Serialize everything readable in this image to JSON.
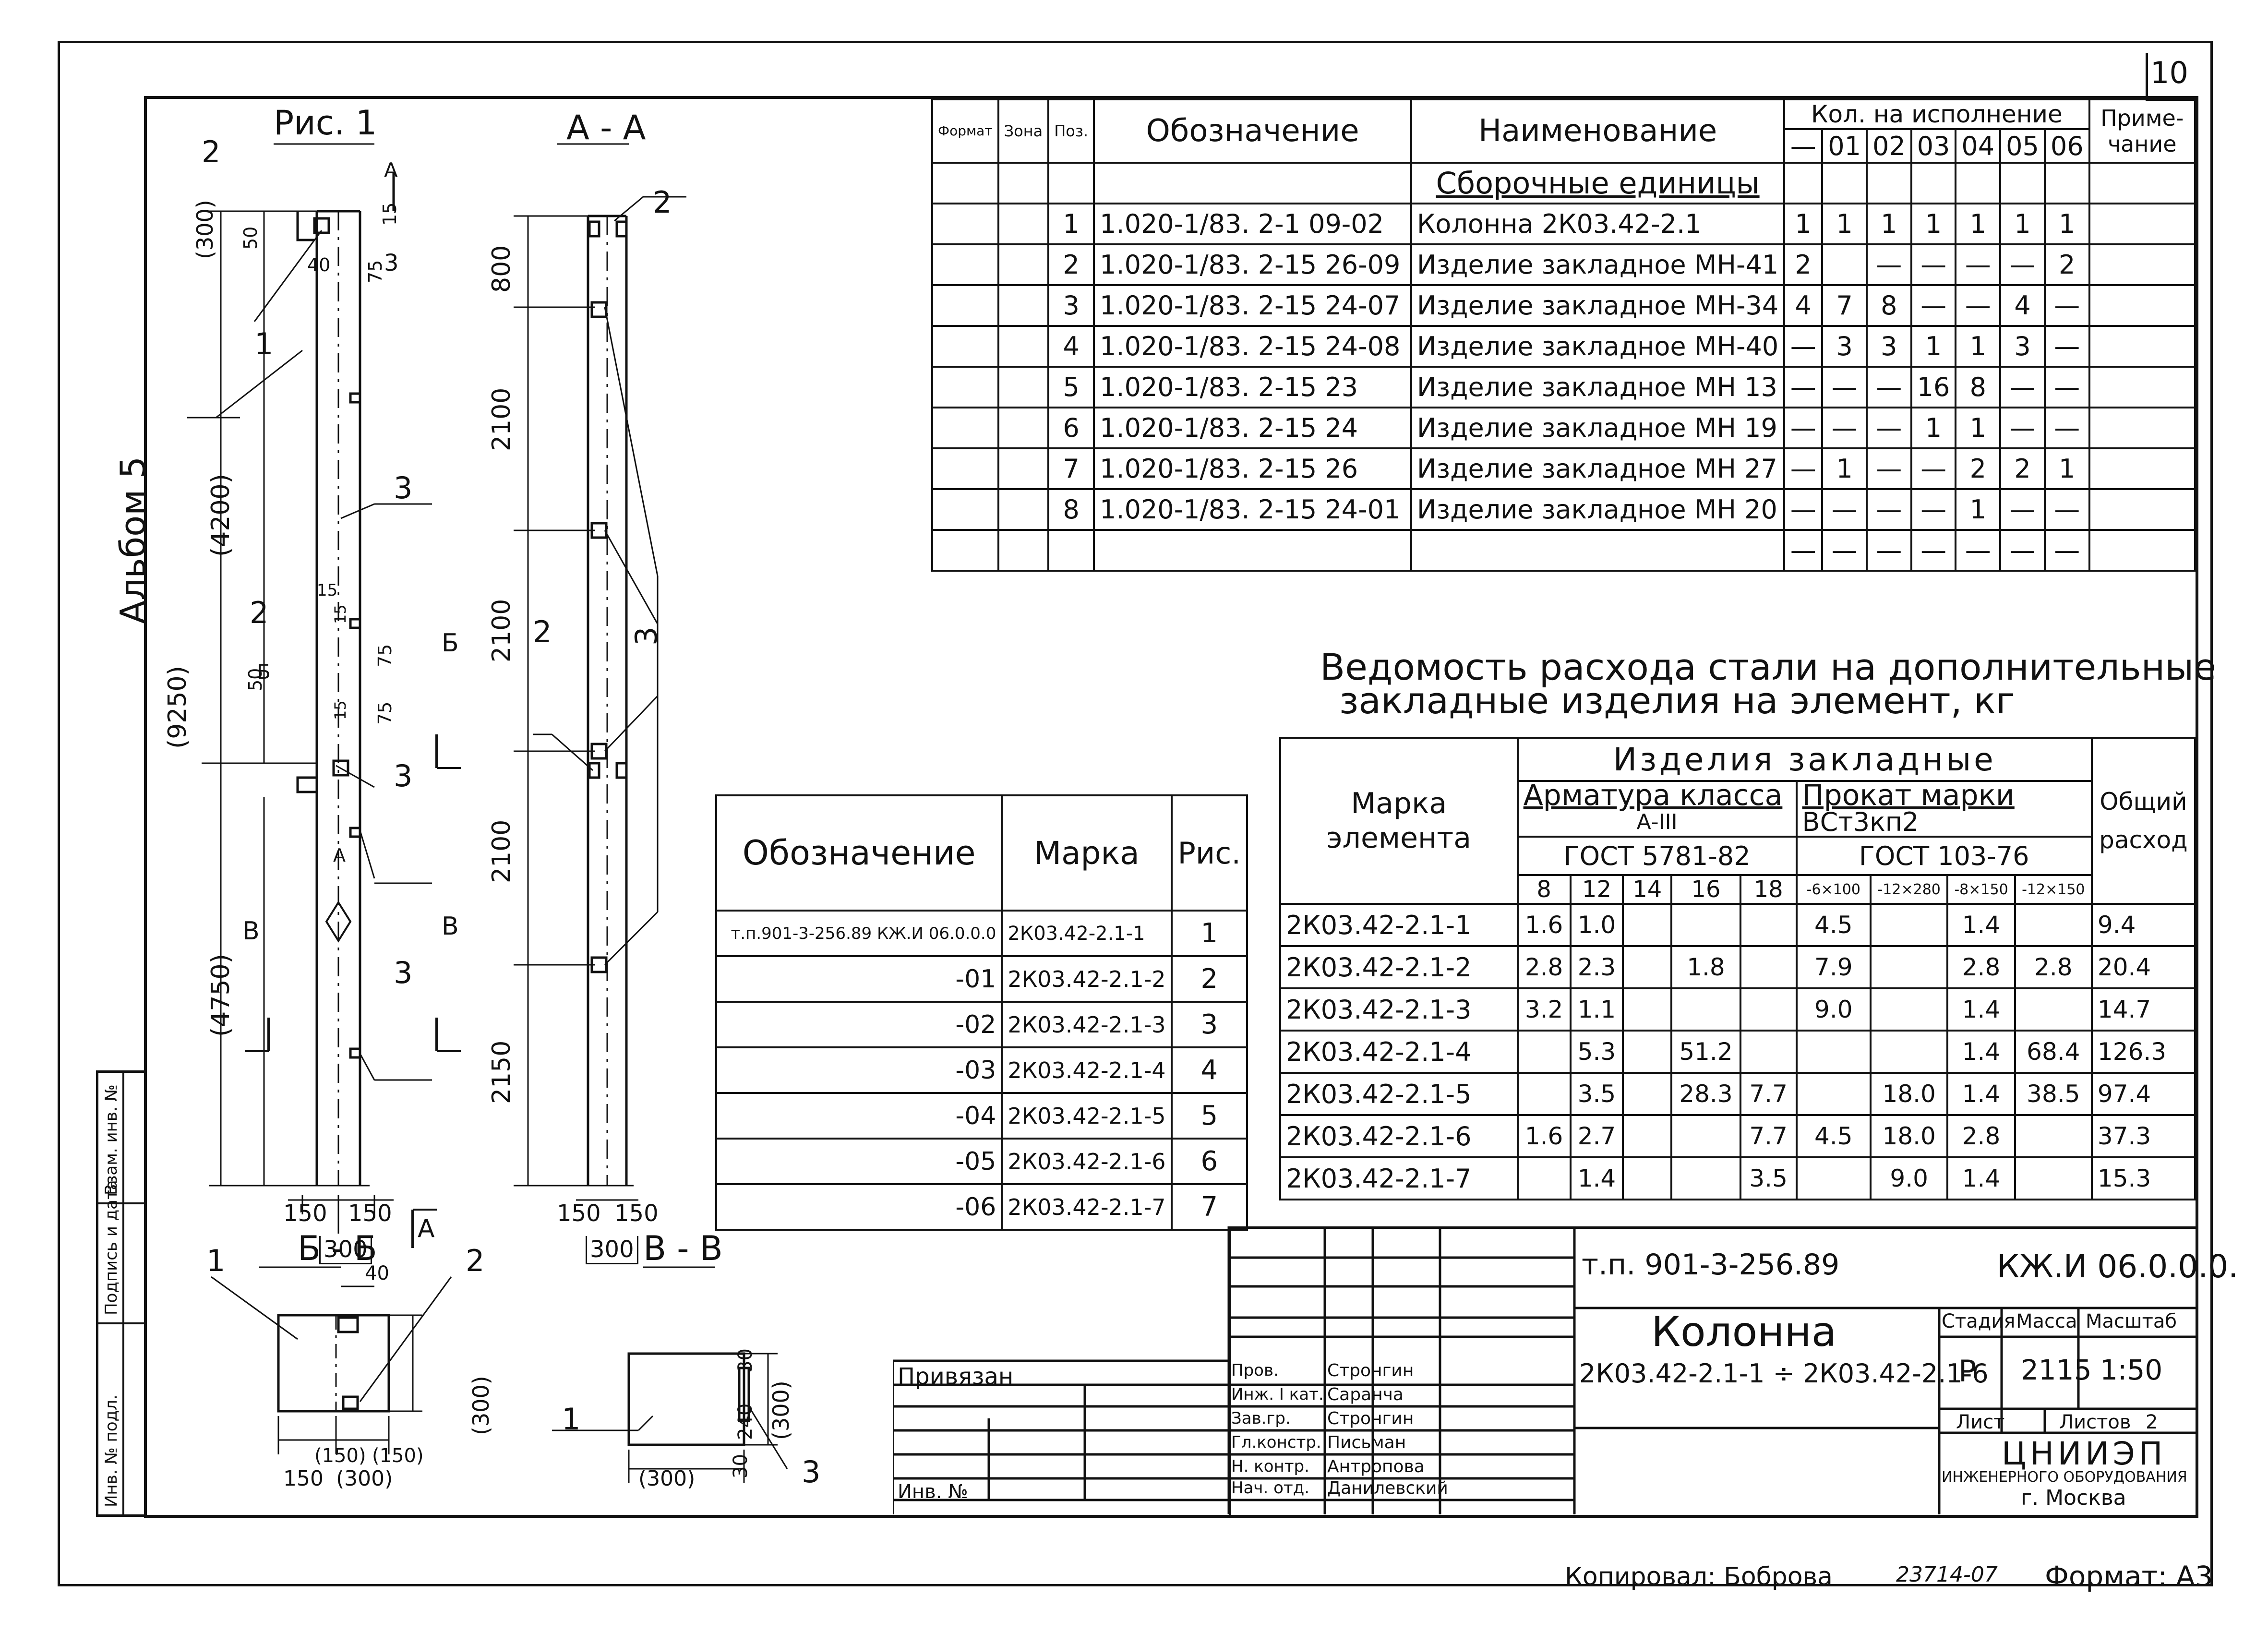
{
  "sheet_number": "10",
  "album": "Альбом 5",
  "figure": {
    "title": "Рис. 1",
    "dims_left": [
      "(300)",
      "(4200)",
      "(9250)",
      "(4750)"
    ],
    "dims_top": [
      "50",
      "40",
      "75",
      "15"
    ],
    "dims_mid": [
      "15",
      "50",
      "75",
      "15",
      "75",
      "15"
    ],
    "dims_bottom": [
      "150",
      "150",
      "300"
    ],
    "callouts": [
      "1",
      "2",
      "2",
      "3",
      "3",
      "3",
      "3"
    ],
    "section_marks": [
      "Б",
      "Б",
      "В",
      "В",
      "А",
      "А"
    ],
    "diamond": "А"
  },
  "section_aa": {
    "title": "А - А",
    "dims": [
      "800",
      "2100",
      "2100",
      "2100",
      "2150"
    ],
    "dims_bottom": [
      "150",
      "150",
      "300"
    ],
    "callouts": [
      "2",
      "2",
      "3"
    ]
  },
  "section_bb": {
    "title": "Б - Б",
    "dims": [
      "40",
      "(300)",
      "(150)",
      "(150)",
      "150",
      "(300)"
    ],
    "callouts": [
      "1",
      "2"
    ]
  },
  "section_vv": {
    "title": "В - В",
    "dims": [
      "30",
      "240",
      "(300)",
      "30",
      "(300)"
    ],
    "callouts": [
      "1",
      "3"
    ]
  },
  "spec_table": {
    "headers": {
      "format": "Формат",
      "zone": "Зона",
      "pos": "Поз.",
      "designation": "Обозначение",
      "name": "Наименование",
      "qty": "Кол. на исполнение",
      "note": "Приме-чание",
      "variants": [
        "—",
        "01",
        "02",
        "03",
        "04",
        "05",
        "06"
      ]
    },
    "section_title": "Сборочные единицы",
    "rows": [
      {
        "pos": "1",
        "designation": "1.020-1/83. 2-1 09-02",
        "name": "Колонна 2К03.42-2.1",
        "q": [
          "1",
          "1",
          "1",
          "1",
          "1",
          "1",
          "1"
        ]
      },
      {
        "pos": "2",
        "designation": "1.020-1/83. 2-15 26-09",
        "name": "Изделие закладное МН-41",
        "q": [
          "2",
          "",
          "—",
          "—",
          "—",
          "—",
          "2"
        ]
      },
      {
        "pos": "3",
        "designation": "1.020-1/83. 2-15 24-07",
        "name": "Изделие закладное МН-34",
        "q": [
          "4",
          "7",
          "8",
          "—",
          "—",
          "4",
          "—"
        ]
      },
      {
        "pos": "4",
        "designation": "1.020-1/83. 2-15 24-08",
        "name": "Изделие закладное МН-40",
        "q": [
          "—",
          "3",
          "3",
          "1",
          "1",
          "3",
          "—"
        ]
      },
      {
        "pos": "5",
        "designation": "1.020-1/83. 2-15 23",
        "name": "Изделие закладное МН 13",
        "q": [
          "—",
          "—",
          "—",
          "16",
          "8",
          "—",
          "—"
        ]
      },
      {
        "pos": "6",
        "designation": "1.020-1/83. 2-15 24",
        "name": "Изделие закладное МН 19",
        "q": [
          "—",
          "—",
          "—",
          "1",
          "1",
          "—",
          "—"
        ]
      },
      {
        "pos": "7",
        "designation": "1.020-1/83. 2-15 26",
        "name": "Изделие закладное МН 27",
        "q": [
          "—",
          "1",
          "—",
          "—",
          "2",
          "2",
          "1"
        ]
      },
      {
        "pos": "8",
        "designation": "1.020-1/83. 2-15 24-01",
        "name": "Изделие закладное МН 20",
        "q": [
          "—",
          "—",
          "—",
          "—",
          "1",
          "—",
          "—"
        ]
      },
      {
        "pos": "",
        "designation": "",
        "name": "",
        "q": [
          "—",
          "—",
          "—",
          "—",
          "—",
          "—",
          "—"
        ]
      }
    ]
  },
  "marks_table": {
    "headers": {
      "designation": "Обозначение",
      "mark": "Марка",
      "fig": "Рис."
    },
    "rows": [
      {
        "designation": "т.п.901-3-256.89 КЖ.И 06.0.0.0",
        "mark": "2К03.42-2.1-1",
        "fig": "1"
      },
      {
        "designation": "-01",
        "mark": "2К03.42-2.1-2",
        "fig": "2"
      },
      {
        "designation": "-02",
        "mark": "2К03.42-2.1-3",
        "fig": "3"
      },
      {
        "designation": "-03",
        "mark": "2К03.42-2.1-4",
        "fig": "4"
      },
      {
        "designation": "-04",
        "mark": "2К03.42-2.1-5",
        "fig": "5"
      },
      {
        "designation": "-05",
        "mark": "2К03.42-2.1-6",
        "fig": "6"
      },
      {
        "designation": "-06",
        "mark": "2К03.42-2.1-7",
        "fig": "7"
      }
    ]
  },
  "steel_title": [
    "Ведомость расхода стали на дополнительные",
    "закладные изделия на элемент, кг"
  ],
  "steel_table": {
    "h_element": "Марка элемента",
    "h_items": "Изделия закладные",
    "h_rebar": "Арматура класса",
    "h_rebar_class": "А-III",
    "h_rebar_gost": "ГОСТ 5781-82",
    "h_rolled": "Прокат марки",
    "h_rolled_grade": "ВСт3кп2",
    "h_rolled_gost": "ГОСТ 103-76",
    "h_total": "Общий расход",
    "cols": [
      "8",
      "12",
      "14",
      "16",
      "18",
      "-6×100",
      "-12×280",
      "-8×150",
      "-12×150"
    ],
    "rows": [
      {
        "mark": "2К03.42-2.1-1",
        "v": [
          "1.6",
          "1.0",
          "",
          "",
          "",
          "4.5",
          "",
          "1.4",
          ""
        ],
        "total": "9.4"
      },
      {
        "mark": "2К03.42-2.1-2",
        "v": [
          "2.8",
          "2.3",
          "",
          "1.8",
          "",
          "7.9",
          "",
          "2.8",
          "2.8"
        ],
        "total": "20.4"
      },
      {
        "mark": "2К03.42-2.1-3",
        "v": [
          "3.2",
          "1.1",
          "",
          "",
          "",
          "9.0",
          "",
          "1.4",
          ""
        ],
        "total": "14.7"
      },
      {
        "mark": "2К03.42-2.1-4",
        "v": [
          "",
          "5.3",
          "",
          "51.2",
          "",
          "",
          "",
          "1.4",
          "68.4"
        ],
        "total": "126.3"
      },
      {
        "mark": "2К03.42-2.1-5",
        "v": [
          "",
          "3.5",
          "",
          "28.3",
          "7.7",
          "",
          "18.0",
          "1.4",
          "38.5"
        ],
        "total": "97.4"
      },
      {
        "mark": "2К03.42-2.1-6",
        "v": [
          "1.6",
          "2.7",
          "",
          "",
          "7.7",
          "4.5",
          "18.0",
          "2.8",
          ""
        ],
        "total": "37.3"
      },
      {
        "mark": "2К03.42-2.1-7",
        "v": [
          "",
          "1.4",
          "",
          "",
          "3.5",
          "",
          "9.0",
          "1.4",
          ""
        ],
        "total": "15.3"
      }
    ]
  },
  "stamp": {
    "project": "т.п. 901-3-256.89",
    "code": "КЖ.И 06.0.0.0.",
    "title": "Колонна",
    "subtitle": "2К03.42-2.1-1 ÷ 2К03.42-2.1-6",
    "stage_label": "Стадия",
    "mass_label": "Масса",
    "scale_label": "Масштаб",
    "stage": "Р",
    "mass": "2115",
    "scale": "1:50",
    "sheet_label": "Лист",
    "sheets_label": "Листов",
    "sheets": "2",
    "org1": "ЦНИИЭП",
    "org2": "инженерного оборудования",
    "org3": "г. Москва",
    "bound": "Привязан",
    "inv": "Инв. №",
    "roles": [
      {
        "role": "Пров.",
        "name": "Стронгин"
      },
      {
        "role": "Инж. I кат.",
        "name": "Саранча"
      },
      {
        "role": "Зав.гр.",
        "name": "Стронгин"
      },
      {
        "role": "Гл.констр.",
        "name": "Письман"
      },
      {
        "role": "Н. контр.",
        "name": "Антропова"
      },
      {
        "role": "Нач. отд.",
        "name": "Данилевский"
      }
    ],
    "side_labels": [
      "Инв. № подл.",
      "Подпись и дата",
      "Взам. инв. №"
    ]
  },
  "footer": {
    "copied": "Копировал: Боброва",
    "number": "23714-07",
    "format": "Формат: А3"
  }
}
